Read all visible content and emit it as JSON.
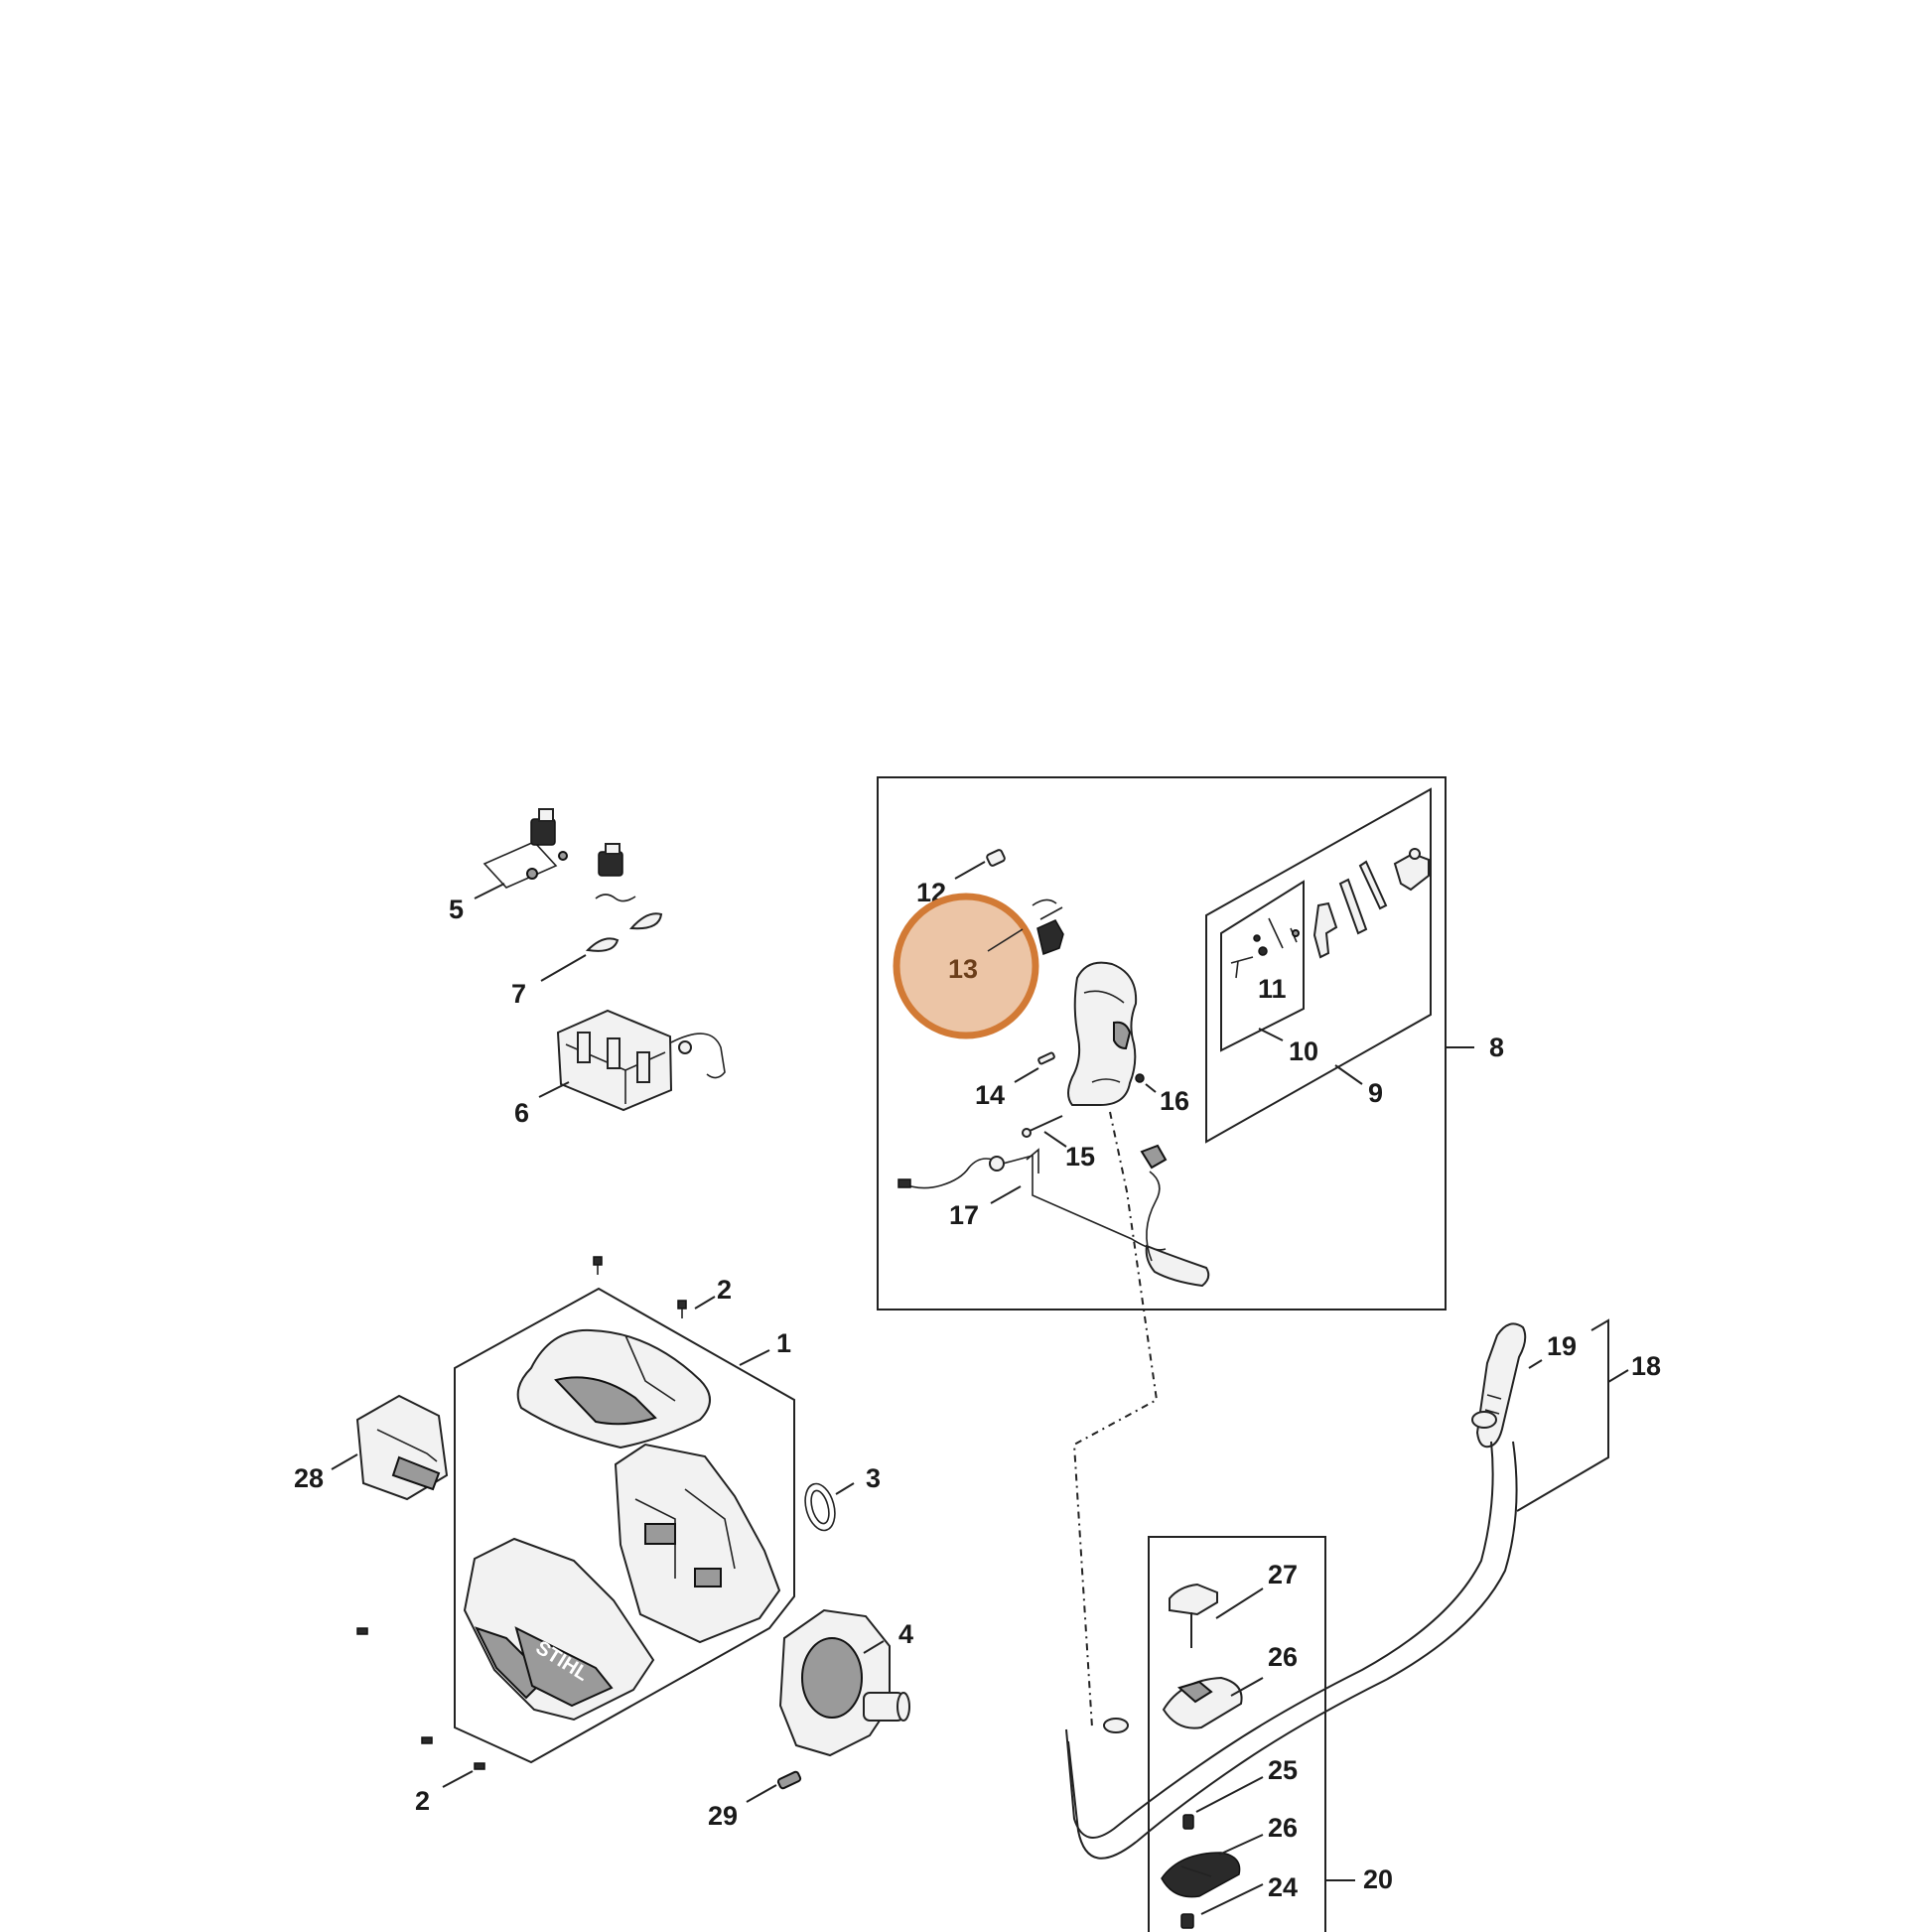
{
  "highlight": {
    "label": "13",
    "fill": "#ecc5a6",
    "stroke": "#d27a35"
  },
  "parts": {
    "p1": "1",
    "p2a": "2",
    "p2b": "2",
    "p3": "3",
    "p4": "4",
    "p5": "5",
    "p6": "6",
    "p7": "7",
    "p8": "8",
    "p9": "9",
    "p10": "10",
    "p11": "11",
    "p12": "12",
    "p14": "14",
    "p15": "15",
    "p16": "16",
    "p17": "17",
    "p18": "18",
    "p19": "19",
    "p20": "20",
    "p24": "24",
    "p25": "25",
    "p26a": "26",
    "p26b": "26",
    "p27": "27",
    "p28": "28",
    "p29": "29"
  },
  "logo_text": "STIHL"
}
